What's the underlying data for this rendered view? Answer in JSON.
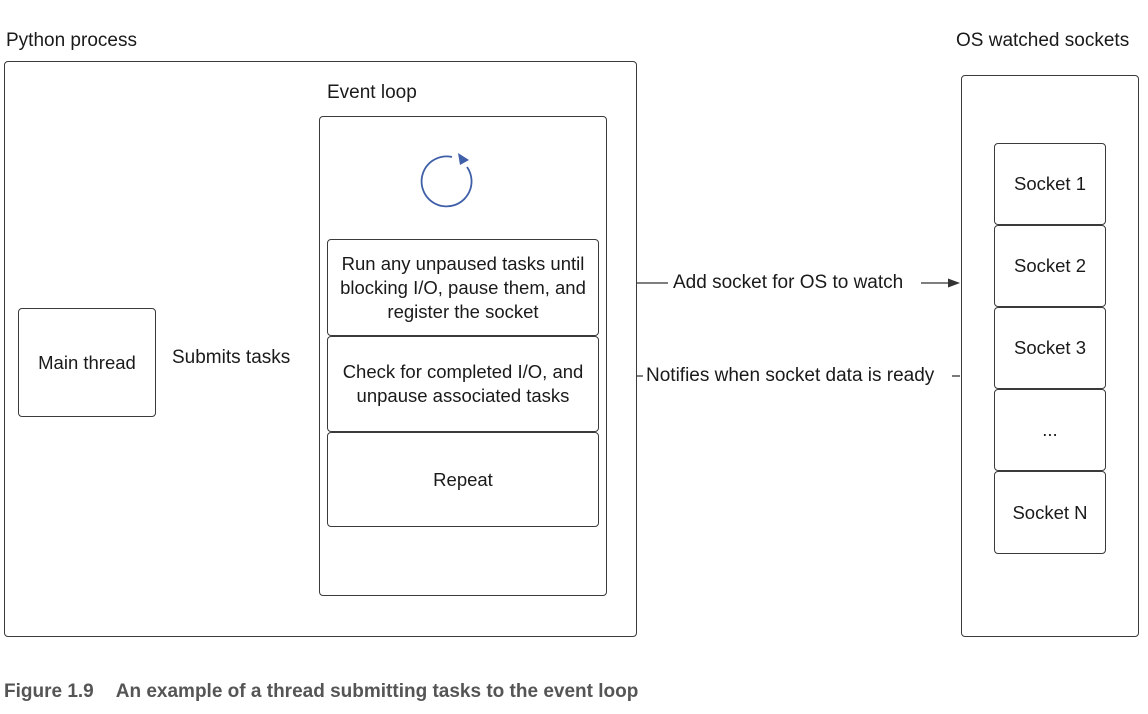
{
  "python_process": {
    "title": "Python process"
  },
  "event_loop": {
    "title": "Event loop",
    "steps": [
      "Run any unpaused tasks until blocking I/O, pause them, and register the socket",
      "Check for completed I/O, and unpause associated tasks",
      "Repeat"
    ]
  },
  "main_thread": {
    "label": "Main thread"
  },
  "os_sockets": {
    "title": "OS watched sockets",
    "sockets": [
      "Socket 1",
      "Socket 2",
      "Socket 3",
      "...",
      "Socket N"
    ]
  },
  "arrows": {
    "submits": "Submits tasks",
    "add_socket": "Add socket for OS to watch",
    "notifies": "Notifies when socket data is ready"
  },
  "caption": {
    "number": "Figure 1.9",
    "text": "An example of a thread submitting tasks to the event loop"
  },
  "colors": {
    "loop_icon": "#3f5fa8",
    "caption": "#555555"
  }
}
